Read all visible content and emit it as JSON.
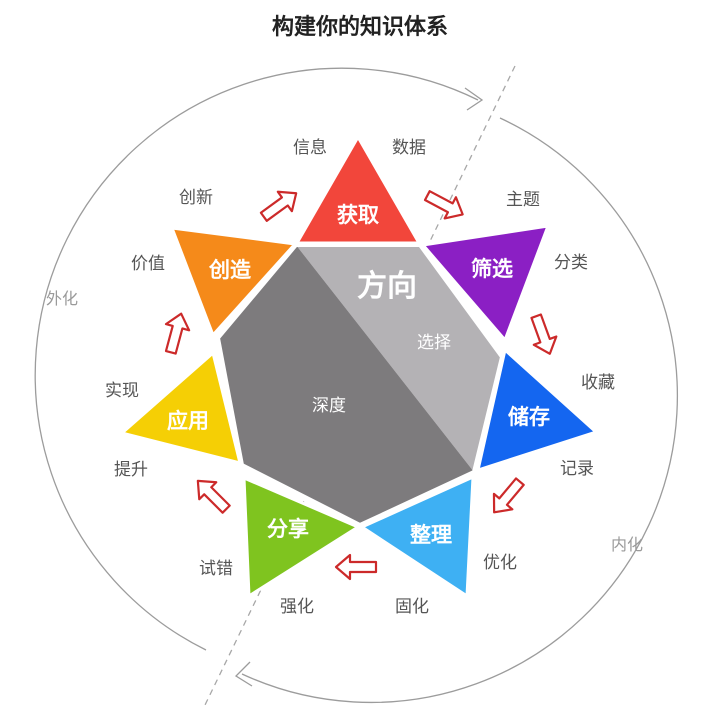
{
  "title": "构建你的知识体系",
  "colors": {
    "huoqu": "#f2463b",
    "shaixuan": "#8b1fc4",
    "chucun": "#1466f0",
    "zhengli": "#3eb0f3",
    "fenxiang": "#7fc41f",
    "yingyong": "#f5cf05",
    "chuangzao": "#f58a1a",
    "hex_dark": "#7d7b7d",
    "hex_light": "#b4b2b5",
    "arrow_fill": "#ffffff",
    "arrow_stroke": "#cc2a2a",
    "circle": "#9c9c9c",
    "divider": "#a7a7a7"
  },
  "steps": {
    "huoqu": "获取",
    "shaixuan": "筛选",
    "chucun": "储存",
    "zhengli": "整理",
    "fenxiang": "分享",
    "yingyong": "应用",
    "chuangzao": "创造"
  },
  "outer_labels": {
    "xinxi": "信息",
    "shuju": "数据",
    "zhuti": "主题",
    "fenlei": "分类",
    "shoucang": "收藏",
    "jilu": "记录",
    "youhua": "优化",
    "guhua": "固化",
    "qianghua": "强化",
    "shicuo": "试错",
    "tisheng": "提升",
    "shixian": "实现",
    "jiazhi": "价值",
    "chuangxin": "创新"
  },
  "cycle": {
    "waihua": "外化",
    "neihua": "内化"
  },
  "center": {
    "fangxiang": "方向",
    "xuanze": "选择",
    "shendu": "深度"
  }
}
